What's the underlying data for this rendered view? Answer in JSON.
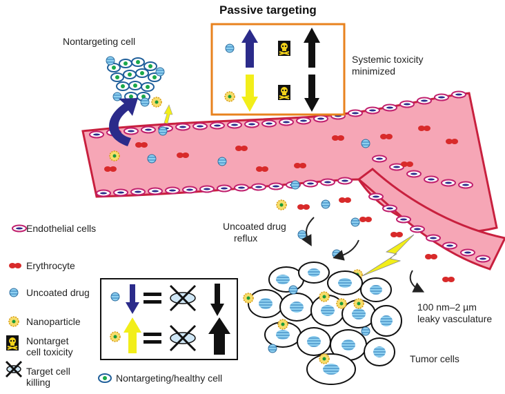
{
  "title": "Passive targeting",
  "labels": {
    "nontargeting_cell": "Nontargeting cell",
    "systemic_toxicity_line1": "Systemic toxicity",
    "systemic_toxicity_line2": "minimized",
    "uncoated_reflux_line1": "Uncoated drug",
    "uncoated_reflux_line2": "reflux",
    "leaky_line1": "100 nm–2 µm",
    "leaky_line2": "leaky vasculature",
    "tumor_cells": "Tumor cells"
  },
  "legend": {
    "endothelial": "Endothelial cells",
    "erythrocyte": "Erythrocyte",
    "uncoated_drug": "Uncoated drug",
    "nanoparticle": "Nanoparticle",
    "nontarget_tox_line1": "Nontarget",
    "nontarget_tox_line2": "cell toxicity",
    "target_kill_line1": "Target cell",
    "target_kill_line2": "killing",
    "healthy_cell": "Nontargeting/healthy cell"
  },
  "colors": {
    "vessel_fill": "#f6a6b6",
    "vessel_edge": "#c8203e",
    "endothelial": "#c0206e",
    "erythrocyte": "#d82a2a",
    "drug": "#5ab0dc",
    "nanoparticle": "#f2c53c",
    "toxicity_box": "#e8821e",
    "arrow_navy": "#2b2b8a",
    "arrow_yellow": "#f2ee1a",
    "healthy_green": "#1aa84a"
  },
  "icons": [
    "skull-icon",
    "x-mark-icon",
    "up-arrow-icon",
    "down-arrow-icon",
    "equals-sign-icon"
  ]
}
